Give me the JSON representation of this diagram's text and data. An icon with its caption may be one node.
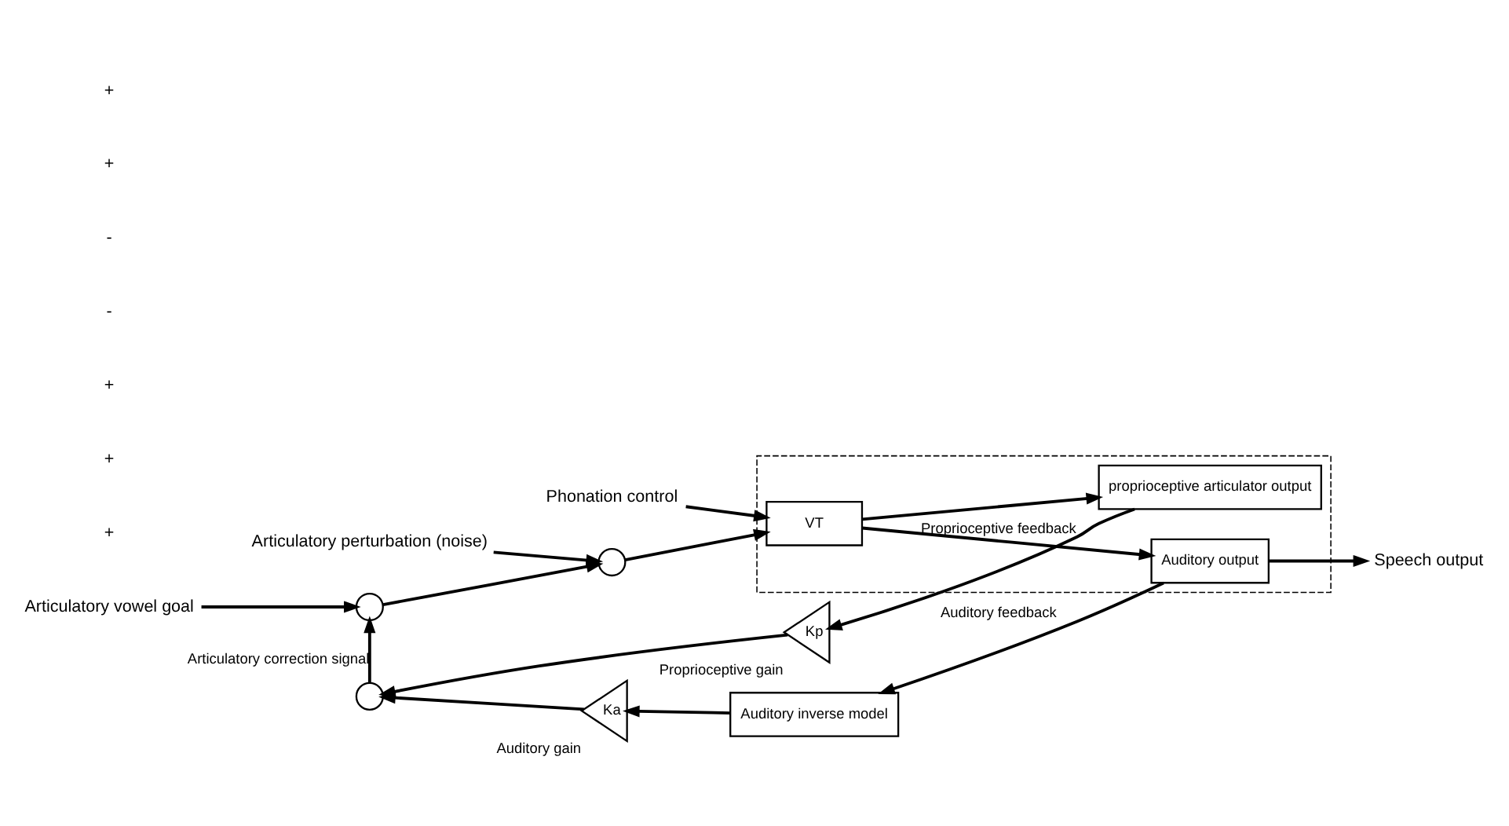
{
  "diagram": {
    "nodes": [
      {
        "text": [
          "Phonation control"
        ]
      },
      {
        "text": [
          "Articulatory perturbation (noise)"
        ]
      },
      {
        "text": [
          "Articulatory vowel goal"
        ]
      },
      {
        "text": [],
        "shape": "circle"
      },
      {
        "text": [],
        "shape": "circle"
      },
      {
        "text": [],
        "shape": "box"
      },
      {
        "text": [
          "VT"
        ],
        "in": 5
      },
      {
        "text": [
          "Auditory output"
        ],
        "in": 5
      },
      {
        "text": [
          "proprioceptive articulator output"
        ],
        "in": 5
      },
      {
        "text": [
          "Speech output"
        ]
      },
      {
        "text": [
          "Kp"
        ],
        "beside": [
          "Proprioceptive gain"
        ]
      },
      {
        "text": [
          "Ka"
        ],
        "beside": [
          "Auditory gain"
        ]
      },
      {
        "text": [
          "Auditory inverse model"
        ]
      },
      {
        "text": [],
        "shape": "circle"
      }
    ],
    "edges": [
      {
        "from": 0,
        "to": 6,
        "arrow": "to"
      },
      {
        "from": 1,
        "to": 4,
        "arrow": "to"
      },
      {
        "from": 2,
        "to": 3,
        "arrow": "to"
      },
      {
        "from": 3,
        "to": 4,
        "arrow": "to"
      },
      {
        "from": 4,
        "to": 6,
        "arrow": "to"
      },
      {
        "from": 6,
        "to": 7,
        "arrow": "to"
      },
      {
        "from": 6,
        "to": 8,
        "arrow": "to"
      },
      {
        "from": 7,
        "to": 9,
        "arrow": "to"
      },
      {
        "from": 8,
        "to": 10,
        "arrow": "to",
        "label": "Proprioceptive feedback"
      },
      {
        "from": 7,
        "to": 12,
        "arrow": "to",
        "label": "Auditory feedback"
      },
      {
        "from": 12,
        "to": 11,
        "arrow": "to"
      },
      {
        "from": 10,
        "to": 13,
        "arrow": "to"
      },
      {
        "from": 11,
        "to": 13,
        "arrow": "to"
      },
      {
        "from": 13,
        "to": 3,
        "arrow": "to",
        "label": "Articulatory correction signal"
      }
    ],
    "labels": [
      "+",
      "+",
      "+",
      "-",
      "-",
      "+",
      "+"
    ]
  }
}
